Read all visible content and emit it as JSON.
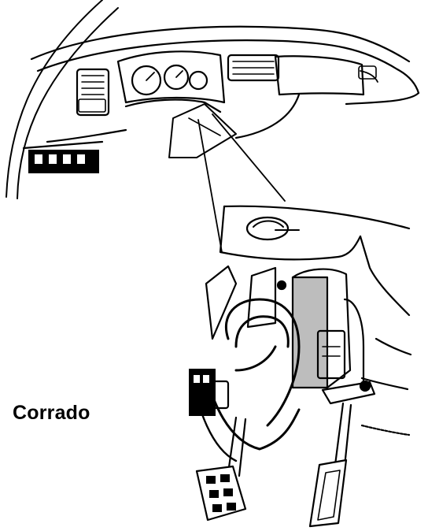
{
  "figure": {
    "caption": "Corrado",
    "ink_color": "#000000",
    "paper_color": "#ffffff",
    "parts": [
      "dashboard",
      "instrument-cluster",
      "steering-column-cover",
      "wiring-harness",
      "brake-pedal",
      "accelerator-pedal"
    ]
  }
}
